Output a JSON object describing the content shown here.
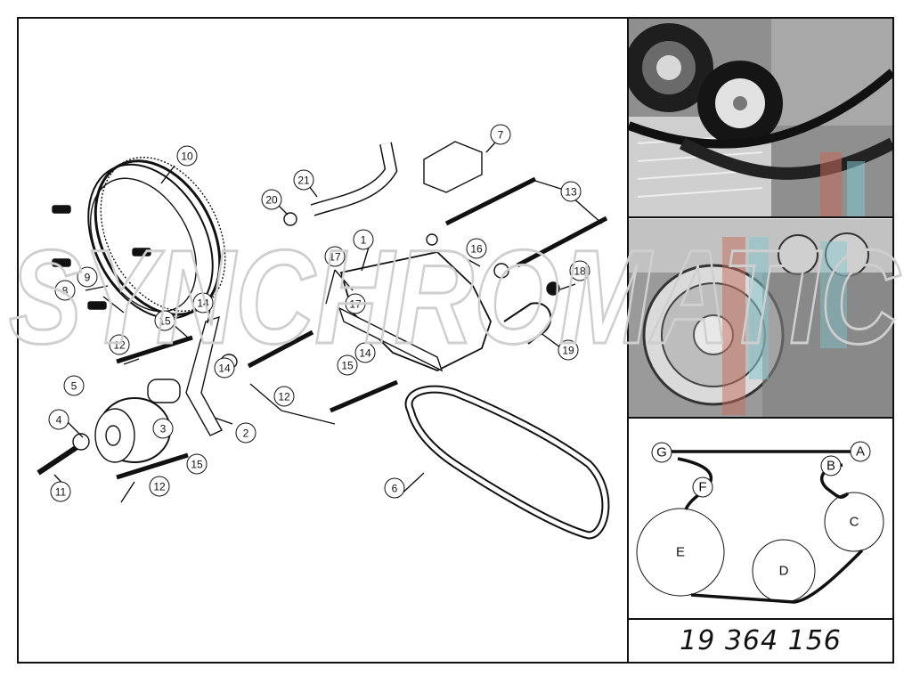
{
  "part_number": "19 364 156",
  "watermark": "SYNCHROMATIC",
  "callouts": [
    "1",
    "2",
    "3",
    "4",
    "5",
    "6",
    "7",
    "8",
    "9",
    "10",
    "11",
    "12",
    "12",
    "12",
    "13",
    "14",
    "14",
    "14",
    "15",
    "15",
    "15",
    "16",
    "17",
    "17",
    "18",
    "19",
    "20",
    "21"
  ],
  "belt_diagram": {
    "pulleys": [
      "A",
      "B",
      "C",
      "D",
      "E",
      "F",
      "G"
    ]
  },
  "colors": {
    "line": "#111111",
    "photo_dark": "#2a2a2a",
    "photo_light": "#b9b9b9",
    "accent_red": "#c46a5a",
    "accent_cyan": "#7fc6cf"
  }
}
